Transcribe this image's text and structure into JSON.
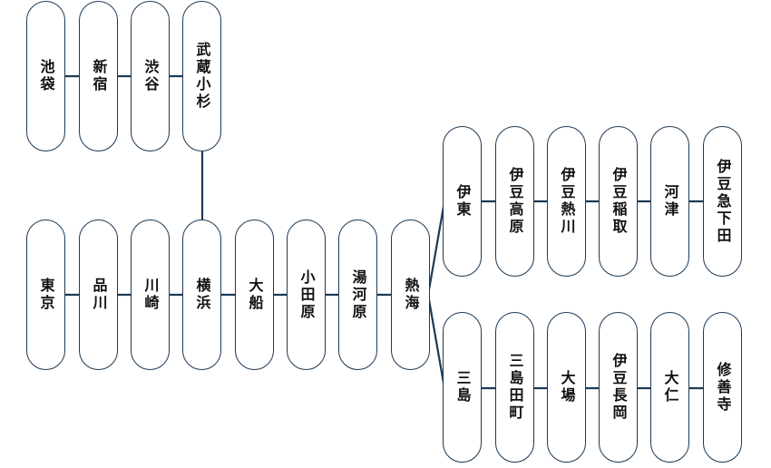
{
  "colors": {
    "line": "#1d3a55",
    "station_border": "#1d3a55",
    "station_fill": "#ffffff",
    "text": "#111111"
  },
  "branches": {
    "north": [
      "池袋",
      "新宿",
      "渋谷",
      "武蔵小杉"
    ],
    "main": [
      "東京",
      "品川",
      "川崎",
      "横浜",
      "大船",
      "小田原",
      "湯河原",
      "熱海"
    ],
    "ito_line": [
      "伊東",
      "伊豆高原",
      "伊豆熱川",
      "伊豆稲取",
      "河津",
      "伊豆急下田"
    ],
    "shuzenji_line": [
      "三島",
      "三島田町",
      "大場",
      "伊豆長岡",
      "大仁",
      "修善寺"
    ]
  }
}
